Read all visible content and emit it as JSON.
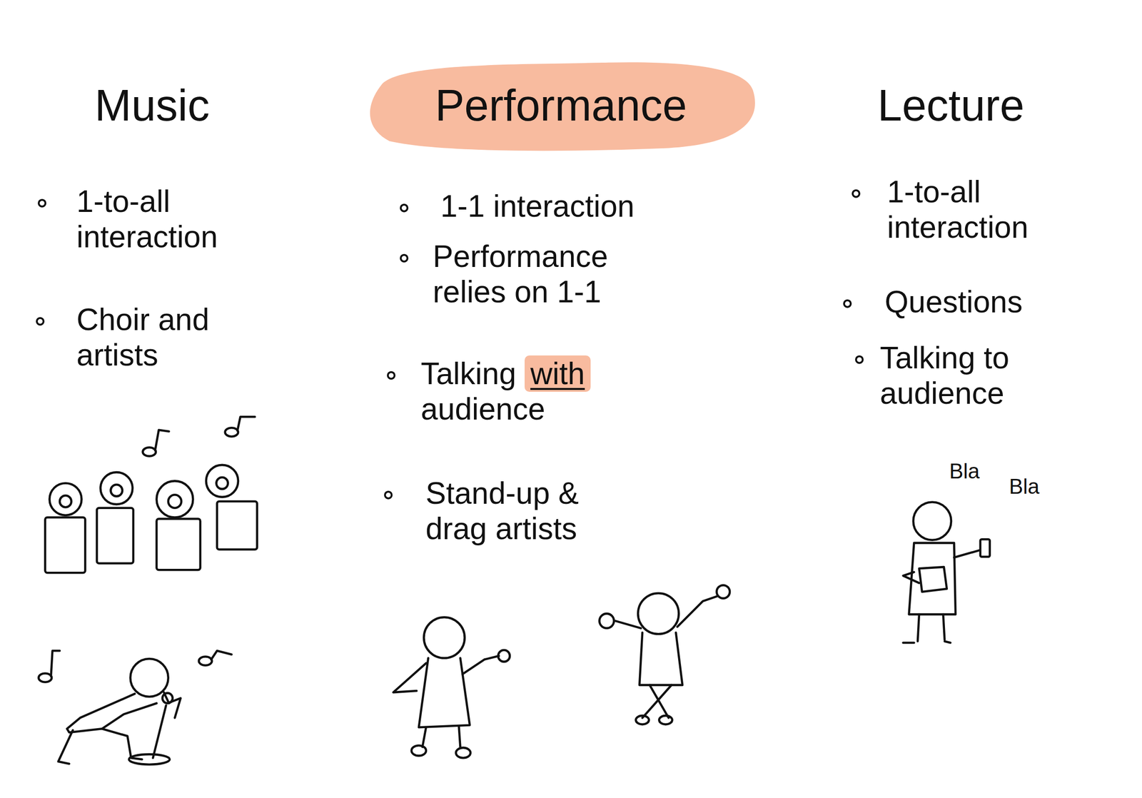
{
  "diagram": {
    "nodes": [
      {
        "text": [
          "Performance"
        ]
      }
    ],
    "labels": [
      "Music",
      "Lecture",
      "1-to-all interaction",
      "Choir and artists",
      "1-1 interaction",
      "Performance relies on 1-1",
      "Talking with audience",
      "Stand-up & drag artists",
      "1-to-all interaction",
      "Questions",
      "Talking to audience",
      "Bla",
      "Bla"
    ]
  }
}
